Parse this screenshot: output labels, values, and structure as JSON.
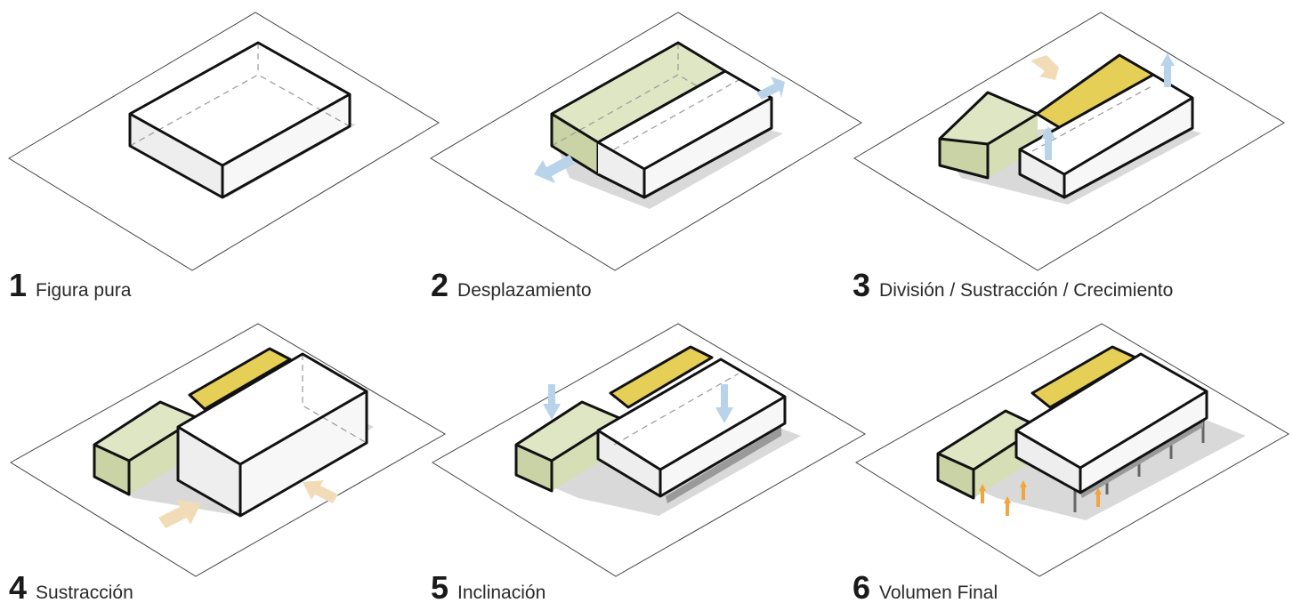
{
  "colors": {
    "green": "#dfe6c4",
    "green_side": "#c9d3a6",
    "yellow": "#e6cf57",
    "white_side": "#eeeeee",
    "blue_arrow": "#b9d3ea",
    "orange_arrow": "#f2dcb7",
    "small_arrow": "#f0a53e"
  },
  "steps": [
    {
      "number": "1",
      "label": "Figura pura",
      "icons": []
    },
    {
      "number": "2",
      "label": "Desplazamiento",
      "icons": [
        "blue-arrow-icon",
        "blue-arrow-icon"
      ]
    },
    {
      "number": "3",
      "label": "División / Sustracción / Crecimiento",
      "icons": [
        "orange-arrow-icon",
        "blue-arrow-icon",
        "blue-arrow-icon"
      ]
    },
    {
      "number": "4",
      "label": "Sustracción",
      "icons": [
        "orange-arrow-icon",
        "orange-arrow-icon"
      ]
    },
    {
      "number": "5",
      "label": "Inclinación",
      "icons": [
        "blue-arrow-icon",
        "blue-arrow-icon"
      ]
    },
    {
      "number": "6",
      "label": "Volumen Final",
      "icons": [
        "orange-arrow-icon",
        "orange-arrow-icon",
        "orange-arrow-icon",
        "orange-arrow-icon"
      ]
    }
  ]
}
